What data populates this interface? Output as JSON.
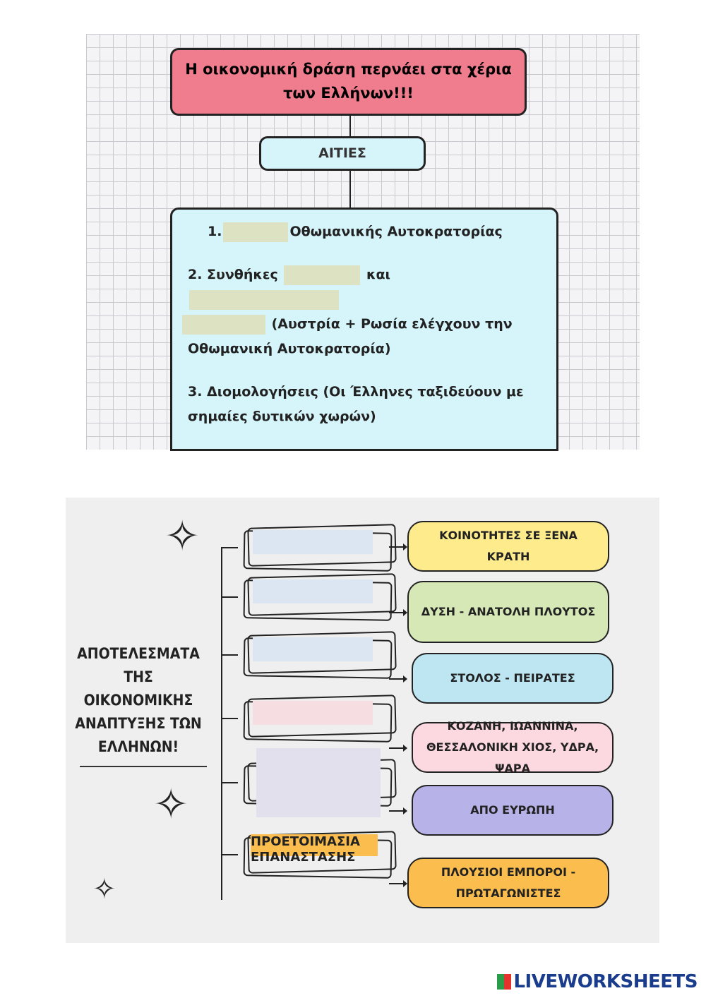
{
  "top": {
    "title": "Η οικονομική δράση περνάει στα χέρια των Ελλήνων!!!",
    "causes_label": "ΑΙΤΙΕΣ",
    "item1_prefix": "1.",
    "item1_suffix": "Οθωμανικής Αυτοκρατορίας",
    "item2_prefix": "2. Συνθήκες",
    "item2_mid": "και",
    "item2_suffix": "(Αυστρία + Ρωσία ελέγχουν την Οθωμανική Αυτοκρατορία)",
    "item3": "3. Διομολογήσεις (Οι Έλληνες ταξιδεύουν με σημαίες δυτικών χωρών)"
  },
  "bottom": {
    "results_title": "ΑΠΟΤΕΛΕΣΜΑΤΑ ΤΗΣ ΟΙΚΟΝΟΜΙΚΗΣ ΑΝΑΠΤΥΞΗΣ ΤΩΝ ΕΛΛΗΝΩΝ!",
    "rows": [
      {
        "left": "",
        "right": "ΚΟΙΝΟΤΗΤΕΣ ΣΕ ΞΕΝΑ ΚΡΑΤΗ",
        "color": "#fdeb8c"
      },
      {
        "left": "",
        "right": "ΔΥΣΗ - ΑΝΑΤΟΛΗ ΠΛΟΥΤΟΣ",
        "color": "#d5e8b5"
      },
      {
        "left": "",
        "right": "ΣΤΟΛΟΣ - ΠΕΙΡΑΤΕΣ",
        "color": "#bde5f2"
      },
      {
        "left": "",
        "right": "ΚΟΖΑΝΗ, ΙΩΑΝΝΙΝΑ, ΘΕΣΣΑΛΟΝΙΚΗ ΧΙΟΣ, ΥΔΡΑ, ΨΑΡΑ",
        "color": "#fcd9e0"
      },
      {
        "left": "",
        "right": "ΑΠΟ ΕΥΡΩΠΗ",
        "color": "#b7b3e8"
      },
      {
        "left": "ΠΡΟΕΤΟΙΜΑΣΙΑ ΕΠΑΝΑΣΤΑΣΗΣ",
        "right": "ΠΛΟΥΣΙΟΙ ΕΜΠΟΡΟΙ - ΠΡΩΤΑΓΩΝΙΣΤΕΣ",
        "color": "#fbbd4e"
      }
    ]
  },
  "logo": "LIVEWORKSHEETS"
}
